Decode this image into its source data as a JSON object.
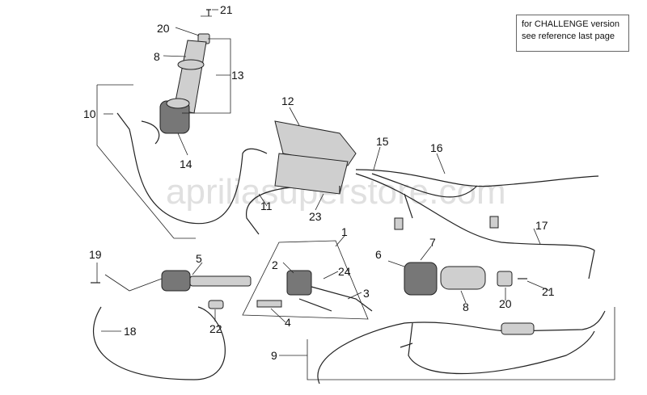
{
  "note": {
    "line1": "for CHALLENGE version",
    "line2": "see reference last page"
  },
  "watermark": "apriliasuperstore.com",
  "callouts": [
    "1",
    "2",
    "3",
    "4",
    "5",
    "6",
    "7",
    "8",
    "8",
    "9",
    "10",
    "11",
    "12",
    "13",
    "14",
    "15",
    "16",
    "17",
    "18",
    "19",
    "20",
    "20",
    "21",
    "21",
    "22",
    "23",
    "24"
  ]
}
